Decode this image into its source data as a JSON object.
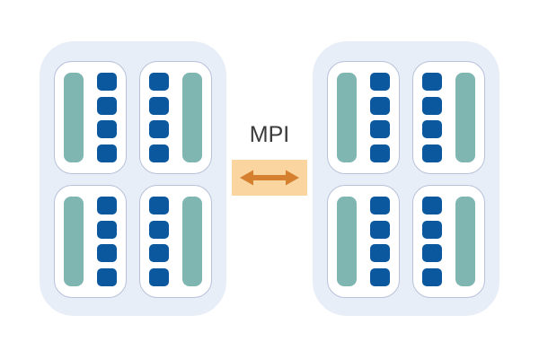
{
  "diagram": {
    "connector": {
      "label": "MPI"
    },
    "colors": {
      "canvas_bg": "#FFFFFF",
      "node_bg": "#E8EEF8",
      "socket_bg": "#FFFFFF",
      "socket_border": "#B7C1D8",
      "bar": "#7FB6B1",
      "core": "#0B589F",
      "link_bg": "#FAD5A0",
      "arrow": "#D5802E",
      "label": "#3A3A3A"
    },
    "icons": {
      "arrow": "double-arrow-icon"
    },
    "nodes": [
      {
        "name": "compute-node-left",
        "sockets": [
          {
            "bar_side": "left",
            "core_count": 4
          },
          {
            "bar_side": "right",
            "core_count": 4
          },
          {
            "bar_side": "left",
            "core_count": 4
          },
          {
            "bar_side": "right",
            "core_count": 4
          }
        ]
      },
      {
        "name": "compute-node-right",
        "sockets": [
          {
            "bar_side": "left",
            "core_count": 4
          },
          {
            "bar_side": "right",
            "core_count": 4
          },
          {
            "bar_side": "left",
            "core_count": 4
          },
          {
            "bar_side": "right",
            "core_count": 4
          }
        ]
      }
    ]
  }
}
